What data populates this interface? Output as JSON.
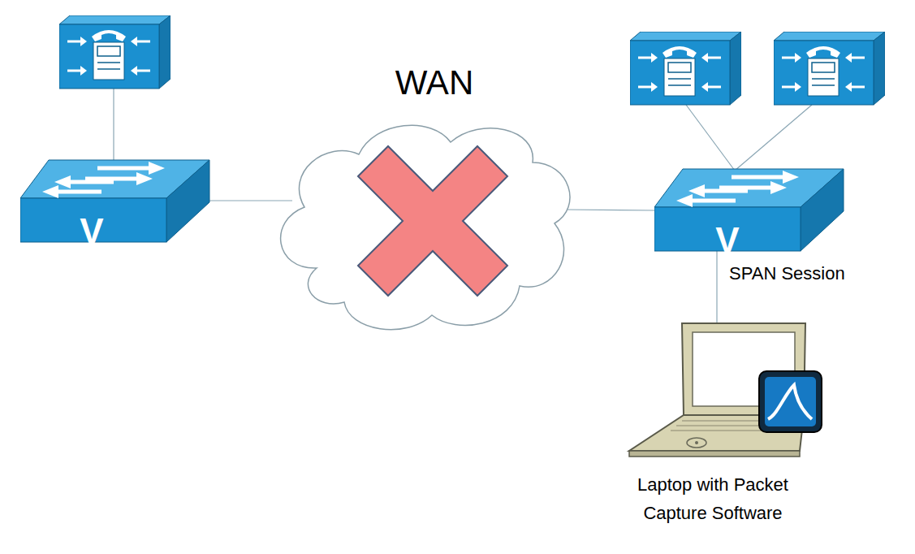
{
  "diagram": {
    "labels": [
      "WAN",
      "V",
      "V",
      "SPAN Session",
      "Laptop with Packet Capture Software"
    ]
  }
}
